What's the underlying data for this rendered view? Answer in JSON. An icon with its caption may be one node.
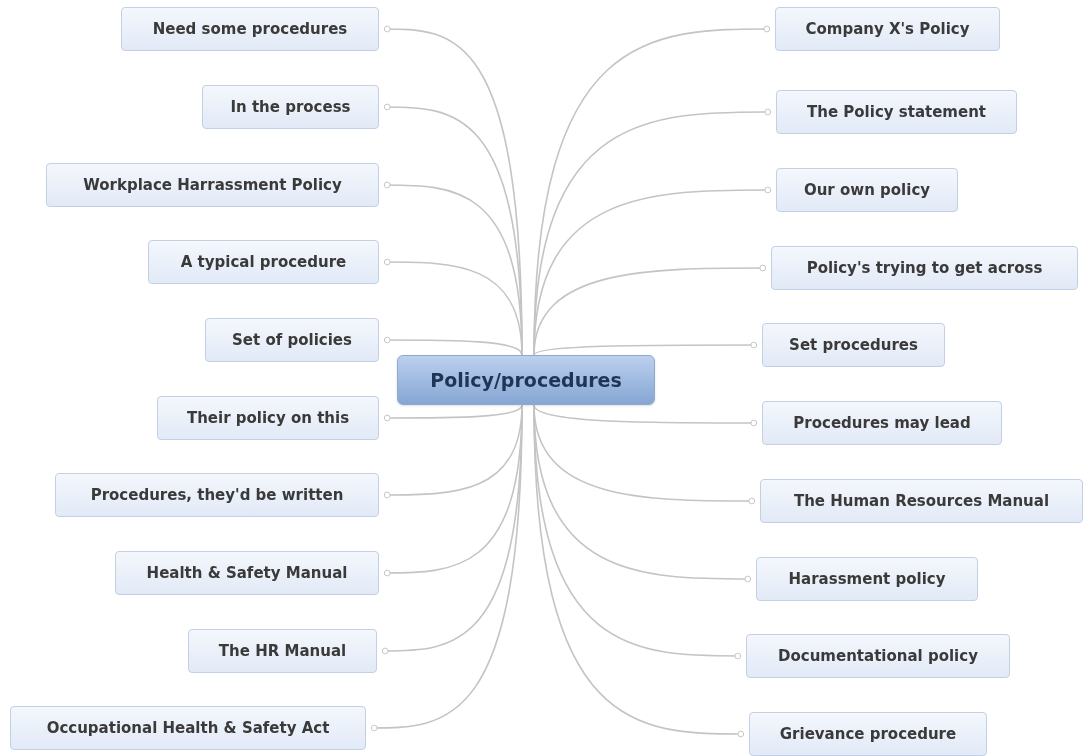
{
  "diagram": {
    "nodes": [
      {
        "text": [
          "Policy/procedures"
        ]
      },
      {
        "text": [
          "Need some procedures"
        ]
      },
      {
        "text": [
          "In the process"
        ]
      },
      {
        "text": [
          "Workplace Harrassment Policy"
        ]
      },
      {
        "text": [
          "A typical procedure"
        ]
      },
      {
        "text": [
          "Set of policies"
        ]
      },
      {
        "text": [
          "Their policy on this"
        ]
      },
      {
        "text": [
          "Procedures, they'd be written"
        ]
      },
      {
        "text": [
          "Health & Safety Manual"
        ]
      },
      {
        "text": [
          "The HR Manual"
        ]
      },
      {
        "text": [
          "Occupational Health & Safety Act"
        ]
      },
      {
        "text": [
          "Company X's Policy"
        ]
      },
      {
        "text": [
          "The Policy statement"
        ]
      },
      {
        "text": [
          "Our own policy"
        ]
      },
      {
        "text": [
          "Policy's trying to get across"
        ]
      },
      {
        "text": [
          "Set procedures"
        ]
      },
      {
        "text": [
          "Procedures may lead"
        ]
      },
      {
        "text": [
          "The Human Resources Manual"
        ]
      },
      {
        "text": [
          "Harassment policy"
        ]
      },
      {
        "text": [
          "Documentational policy"
        ]
      },
      {
        "text": [
          "Grievance procedure"
        ]
      }
    ],
    "edges": [
      {
        "from": 0,
        "to": 1,
        "arrow": "other"
      },
      {
        "from": 0,
        "to": 2,
        "arrow": "other"
      },
      {
        "from": 0,
        "to": 3,
        "arrow": "other"
      },
      {
        "from": 0,
        "to": 4,
        "arrow": "other"
      },
      {
        "from": 0,
        "to": 5,
        "arrow": "other"
      },
      {
        "from": 0,
        "to": 6,
        "arrow": "other"
      },
      {
        "from": 0,
        "to": 7,
        "arrow": "other"
      },
      {
        "from": 0,
        "to": 8,
        "arrow": "other"
      },
      {
        "from": 0,
        "to": 9,
        "arrow": "other"
      },
      {
        "from": 0,
        "to": 10,
        "arrow": "other"
      },
      {
        "from": 0,
        "to": 11,
        "arrow": "other"
      },
      {
        "from": 0,
        "to": 12,
        "arrow": "other"
      },
      {
        "from": 0,
        "to": 13,
        "arrow": "other"
      },
      {
        "from": 0,
        "to": 14,
        "arrow": "other"
      },
      {
        "from": 0,
        "to": 15,
        "arrow": "other"
      },
      {
        "from": 0,
        "to": 16,
        "arrow": "other"
      },
      {
        "from": 0,
        "to": 17,
        "arrow": "other"
      },
      {
        "from": 0,
        "to": 18,
        "arrow": "other"
      },
      {
        "from": 0,
        "to": 19,
        "arrow": "other"
      },
      {
        "from": 0,
        "to": 20,
        "arrow": "other"
      }
    ]
  }
}
